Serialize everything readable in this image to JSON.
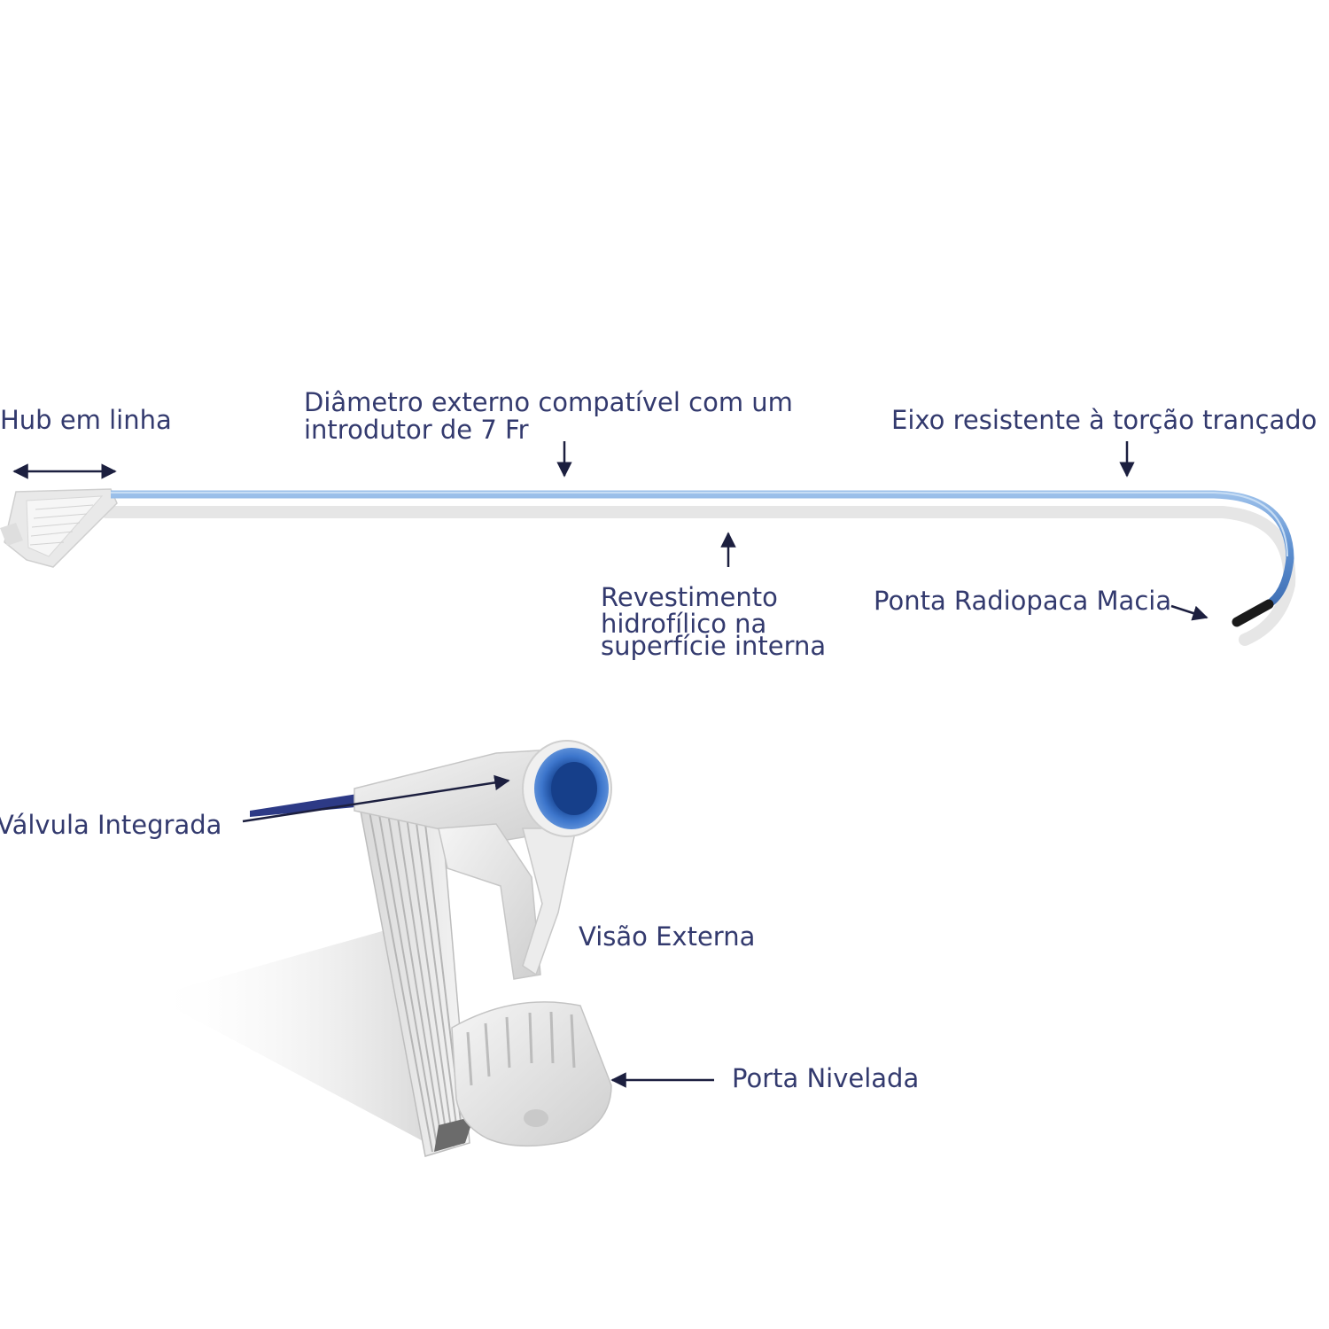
{
  "labels": {
    "hub": "Hub em linha",
    "diameter": [
      "Diâmetro externo compatível com um",
      "introdutor de 7 Fr"
    ],
    "shaft": "Eixo resistente à torção trançado",
    "coating": [
      "Revestimento",
      "hidrofílico na",
      "superfície interna"
    ],
    "tip": "Ponta Radiopaca Macia",
    "valve": "Válvula Integrada",
    "external_view": "Visão Externa",
    "flush_port": "Porta Nivelada"
  },
  "colors": {
    "text": "#333a6e",
    "arrow": "#1c1f3f",
    "catheter": "#6a9ad6",
    "catheter_highlight": "#b9d4f0",
    "tip": "#1a1a1a",
    "hub_body": "#e3e3e3",
    "valve_blue": "#2f63b4"
  }
}
